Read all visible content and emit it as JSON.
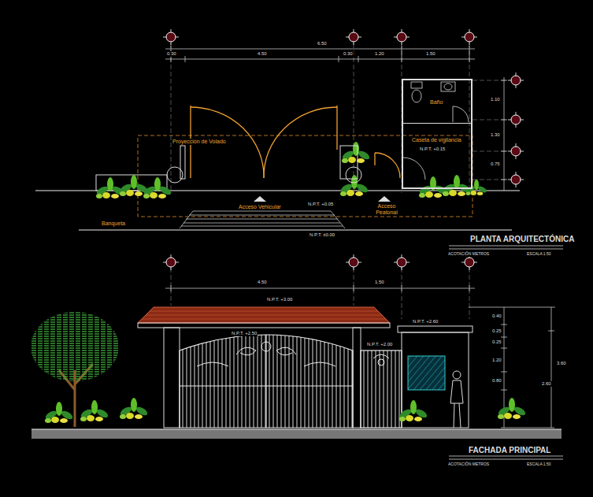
{
  "diagram": {
    "nodes": [
      {
        "text": [
          "Caseta de vigilancia",
          "N.P.T. +0.15"
        ]
      },
      {
        "text": [
          "Baño"
        ],
        "in": 0
      }
    ],
    "labels": [
      "6.50",
      "0.30",
      "4.50",
      "0.30",
      "1.20",
      "1.50",
      "1.10",
      "1.30",
      "0.75",
      "Proyección de Volado",
      "Acceso Vehicular",
      "N.P.T. +0.05",
      "Acceso Peatonal",
      "Banqueta",
      "N.P.T. ±0.00",
      "PLANTA ARQUITECTÓNICA",
      "ACOTACIÓN METROS",
      "ESCALA 1:50",
      "4.50",
      "1.50",
      "N.P.T. +3.00",
      "N.P.T. +2.50",
      "N.P.T. +2.60",
      "N.P.T. +2.00",
      "0.40",
      "0.25",
      "0.25",
      "1.20",
      "0.80",
      "2.60",
      "3.60",
      "FACHADA PRINCIPAL",
      "ACOTACIÓN METROS",
      "ESCALA 1:50"
    ]
  }
}
